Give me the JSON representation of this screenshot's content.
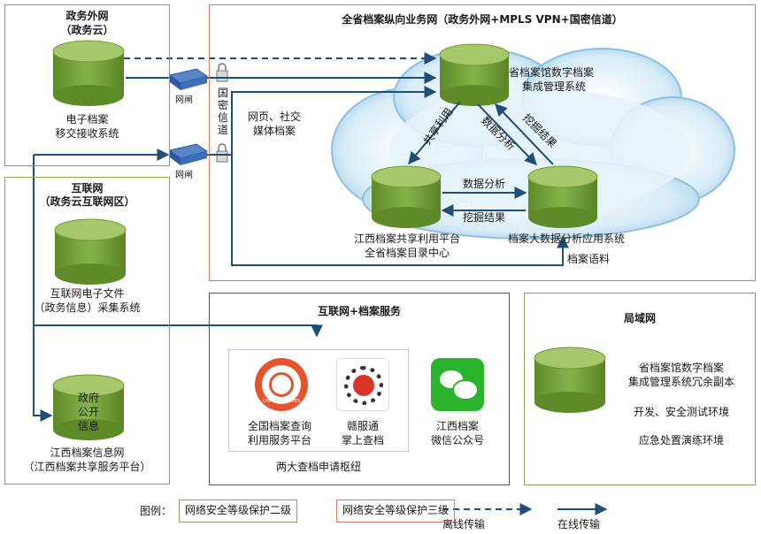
{
  "zones": {
    "gov_external": {
      "title_line1": "政务外网",
      "title_line2": "（政务云）",
      "system_line1": "电子档案",
      "system_line2": "移交接收系统"
    },
    "internet": {
      "title_line1": "互联网",
      "title_line2": "（政务云互联网区）",
      "collector_line1": "互联网电子文件",
      "collector_line2": "（政务信息）采集系统",
      "cyl_text_line1": "政府",
      "cyl_text_line2": "公开",
      "cyl_text_line3": "信息",
      "site_line1": "江西档案信息网",
      "site_line2": "（江西档案共享服务平台）"
    },
    "vertical_net": {
      "title": "全省档案纵向业务网（政务外网+MPLS VPN+国密信道）",
      "provincial_line1": "省档案馆数字档案",
      "provincial_line2": "集成管理系统",
      "shared_line1": "江西档案共享利用平台",
      "shared_line2": "全省档案目录中心",
      "bigdata": "档案大数据分析应用系统",
      "web_media_line1": "网页、社交",
      "web_media_line2": "媒体档案",
      "corpus": "档案语料",
      "edge_share": "共享利用",
      "edge_analysis": "数据分析",
      "edge_mining": "挖掘结果",
      "edge_analysis2": "数据分析",
      "edge_mining2": "挖掘结果"
    },
    "gateway": {
      "gate1": "网闸",
      "gate2": "网闸",
      "channel": "国密信道"
    },
    "internet_services": {
      "title": "互联网+档案服务",
      "app1_line1": "全国档案查询",
      "app1_line2": "利用服务平台",
      "app2_line1": "赣服通",
      "app2_line2": "掌上查档",
      "app3_line1": "江西档案",
      "app3_line2": "微信公众号",
      "hub": "两大查档申请枢纽",
      "archives_logo_text": "CHINA ARCHIVES"
    },
    "lan": {
      "title": "局域网",
      "item1_line1": "省档案馆数字档案",
      "item1_line2": "集成管理系统冗余副本",
      "item2": "开发、安全测试环境",
      "item3": "应急处置演练环境"
    }
  },
  "legend": {
    "label": "图例：",
    "level2": "网络安全等级保护二级",
    "level3": "网络安全等级保护三级",
    "offline": "离线传输",
    "online": "在线传输"
  },
  "colors": {
    "cylinder_fill": "#6f9a35",
    "cylinder_top": "#a6c76a",
    "arrow": "#1f4e79",
    "green_border": "#8aa05a",
    "red_border": "#e07a68",
    "cloud": "#cfe8f5"
  }
}
